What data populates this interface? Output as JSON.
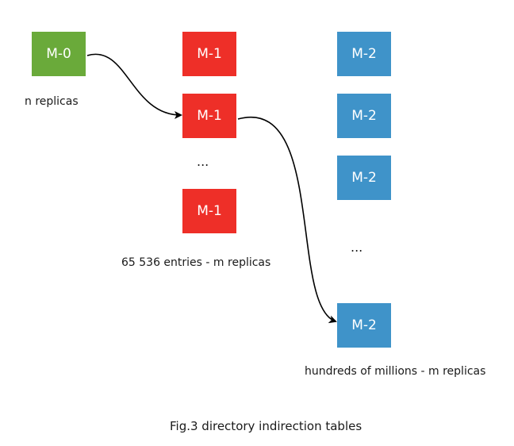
{
  "diagram": {
    "caption": "Fig.3 directory indirection tables",
    "level0": {
      "box_label": "M-0",
      "note": "n replicas"
    },
    "level1": {
      "boxes": [
        "M-1",
        "M-1",
        "M-1"
      ],
      "ellipsis": "...",
      "note": "65 536 entries - m replicas"
    },
    "level2": {
      "boxes": [
        "M-2",
        "M-2",
        "M-2",
        "M-2"
      ],
      "ellipsis": "...",
      "note": "hundreds of millions - m replicas"
    },
    "colors": {
      "level0": "#6aaa3a",
      "level1": "#ee2f28",
      "level2": "#3f93c9",
      "arrow": "#000000"
    }
  }
}
